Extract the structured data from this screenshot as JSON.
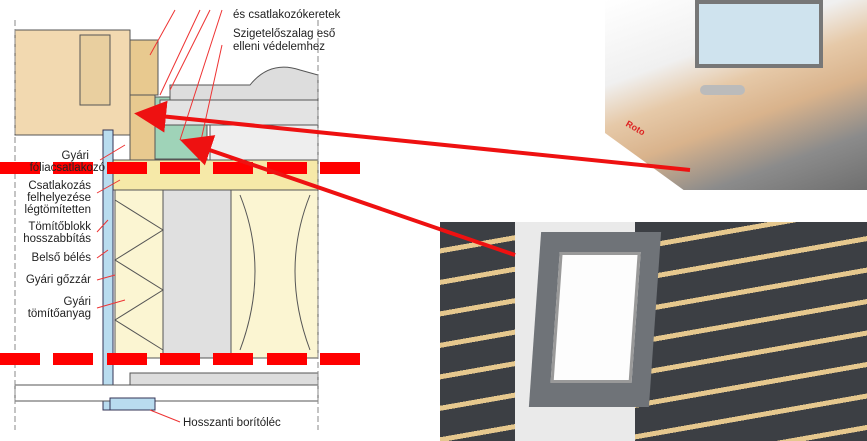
{
  "labels": {
    "top_frame": "és csatlakozókeretek",
    "insulation_strip": "Szigetelőszalag eső\nelleni védelemhez",
    "factory_foil_1": "Gyári",
    "factory_foil_2": "fóliacsatlakozó",
    "connection_1": "Csatlakozás",
    "connection_2": "felhelyezése",
    "connection_3": "légtömítetten",
    "seal_block_1": "Tömítőblokk",
    "seal_block_2": "hosszabbítás",
    "inner_lining": "Belső bélés",
    "vapor_barrier": "Gyári gőzzár",
    "sealant_1": "Gyári",
    "sealant_2": "tömítőanyag",
    "cover_strip": "Hosszanti borítóléc"
  },
  "photo_text": {
    "brand": "Roto"
  },
  "colors": {
    "dash": "#ff0000",
    "arrow": "#ee1111",
    "insulation": "#f3e3a0",
    "wood": "#f2d9b0",
    "green": "#9fd3b8"
  }
}
